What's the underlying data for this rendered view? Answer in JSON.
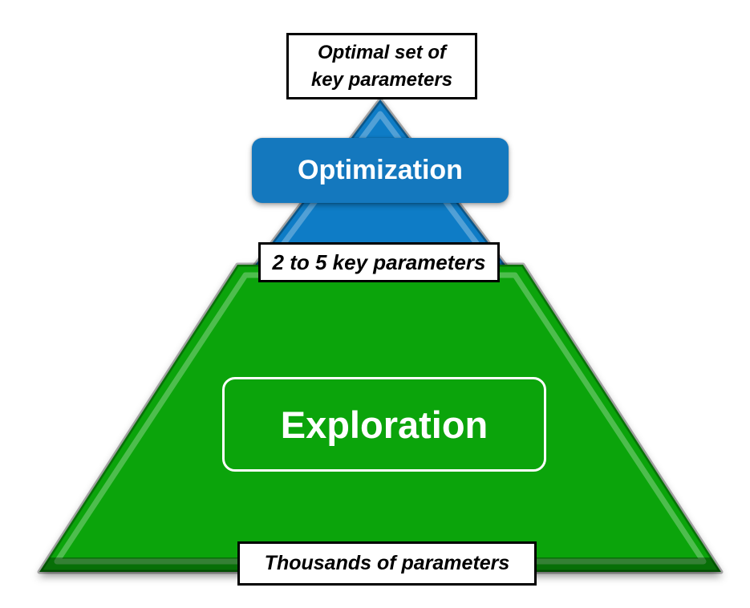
{
  "colors": {
    "background": "#FFFFFF",
    "pyramid_top_fill": "#0E7CC6",
    "optimization_badge_fill": "#1478BE",
    "pyramid_bottom_fill": "#0BA40B",
    "badge_text": "#FFFFFF",
    "exploration_border": "#FFFFFF",
    "label_text": "#000000",
    "label_background": "#FFFFFF",
    "label_border": "#000000"
  },
  "pyramid": {
    "top_segment": {
      "label": "Optimization"
    },
    "bottom_segment": {
      "label": "Exploration"
    }
  },
  "callouts": {
    "apex": {
      "line1": "Optimal set of",
      "line2": "key parameters"
    },
    "middle": {
      "text": "2 to 5 key parameters"
    },
    "base": {
      "text": "Thousands of parameters"
    }
  }
}
